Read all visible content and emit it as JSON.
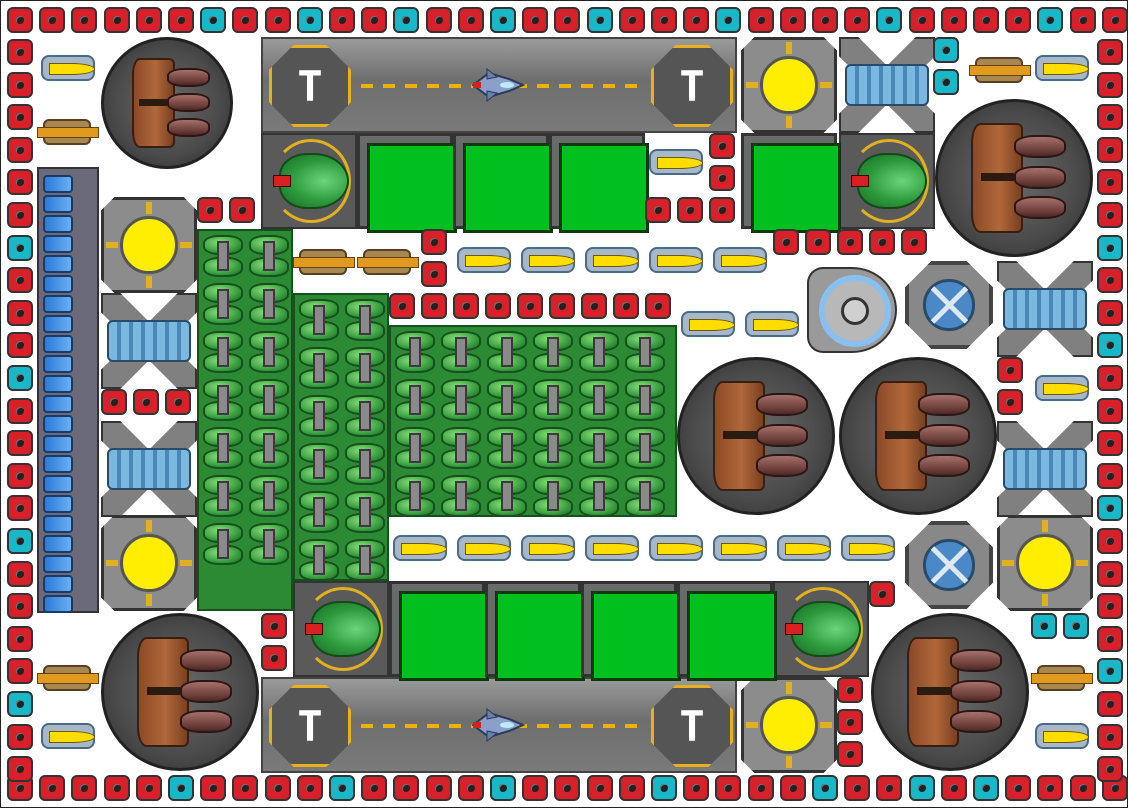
{
  "scene": {
    "title": "",
    "palette": {
      "background": "#ffffff",
      "block_red": "#d8202a",
      "block_cyan": "#18b8c8",
      "landing_pad": "#00c020",
      "beacon": "#ffee00",
      "turret_barrel": "#ffdd00",
      "runway_line": "#f0b000"
    }
  },
  "runways": [
    {
      "marking": "T",
      "end_marking": "T",
      "icon": "jet-icon"
    },
    {
      "marking": "T",
      "end_marking": "T",
      "icon": "jet-icon"
    }
  ],
  "perimeter": {
    "top": [
      "red",
      "red",
      "red",
      "red",
      "red",
      "red",
      "cyan",
      "red",
      "red",
      "cyan",
      "red",
      "red",
      "cyan",
      "red",
      "red",
      "cyan",
      "red",
      "red",
      "cyan",
      "red",
      "red",
      "red",
      "cyan",
      "red",
      "red",
      "red",
      "red",
      "cyan",
      "red",
      "red",
      "red",
      "red",
      "cyan",
      "red",
      "red"
    ],
    "bottom": [
      "red",
      "red",
      "red",
      "red",
      "red",
      "cyan",
      "red",
      "red",
      "red",
      "red",
      "cyan",
      "red",
      "red",
      "red",
      "red",
      "cyan",
      "red",
      "red",
      "red",
      "red",
      "cyan",
      "red",
      "red",
      "red",
      "red",
      "cyan",
      "red",
      "red",
      "cyan",
      "red",
      "cyan",
      "red",
      "red",
      "red",
      "red"
    ],
    "left": [
      "red",
      "red",
      "red",
      "red",
      "red",
      "red",
      "cyan",
      "red",
      "red",
      "red",
      "cyan",
      "red",
      "red",
      "red",
      "red",
      "cyan",
      "red",
      "red",
      "red",
      "red",
      "cyan",
      "red",
      "red"
    ],
    "right": [
      "red",
      "red",
      "red",
      "red",
      "red",
      "red",
      "cyan",
      "red",
      "red",
      "cyan",
      "red",
      "red",
      "red",
      "red",
      "cyan",
      "red",
      "red",
      "red",
      "red",
      "cyan",
      "red",
      "red",
      "red"
    ]
  }
}
